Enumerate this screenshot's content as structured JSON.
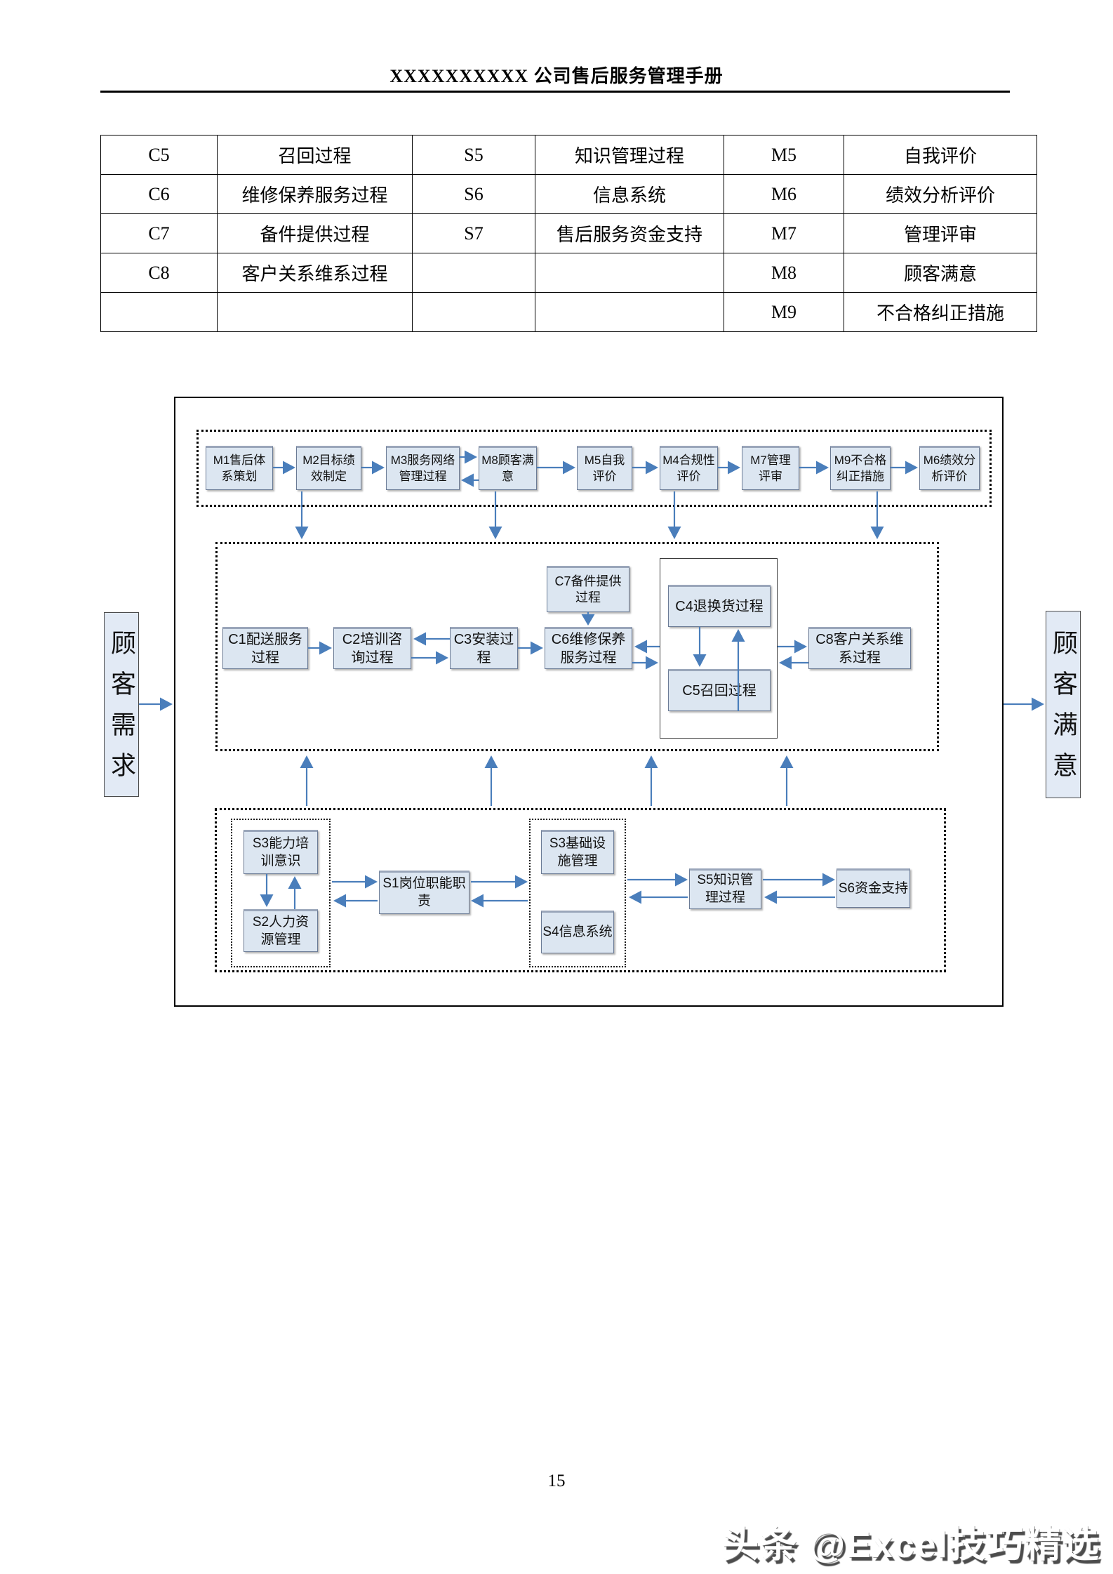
{
  "header": {
    "title": "XXXXXXXXXX 公司售后服务管理手册"
  },
  "process_table": {
    "rows": [
      [
        "C5",
        "召回过程",
        "S5",
        "知识管理过程",
        "M5",
        "自我评价"
      ],
      [
        "C6",
        "维修保养服务过程",
        "S6",
        "信息系统",
        "M6",
        "绩效分析评价"
      ],
      [
        "C7",
        "备件提供过程",
        "S7",
        "售后服务资金支持",
        "M7",
        "管理评审"
      ],
      [
        "C8",
        "客户关系维系过程",
        "",
        "",
        "M8",
        "顾客满意"
      ],
      [
        "",
        "",
        "",
        "",
        "M9",
        "不合格纠正措施"
      ]
    ]
  },
  "flowchart": {
    "input_label": "顾客需求",
    "output_label": "顾客满意",
    "management_processes": {
      "m1": "M1售后体系策划",
      "m2": "M2目标绩效制定",
      "m3": "M3服务网络管理过程",
      "m8": "M8顾客满意",
      "m5": "M5自我评价",
      "m4": "M4合规性评价",
      "m7": "M7管理评审",
      "m9": "M9不合格纠正措施",
      "m6": "M6绩效分析评价"
    },
    "core_processes": {
      "c1": "C1配送服务过程",
      "c2": "C2培训咨询过程",
      "c3": "C3安装过程",
      "c7": "C7备件提供过程",
      "c6": "C6维修保养服务过程",
      "c4": "C4退换货过程",
      "c5": "C5召回过程",
      "c8": "C8客户关系维系过程"
    },
    "support_processes": {
      "s3_ability": "S3能力培训意识",
      "s2": "S2人力资源管理",
      "s1": "S1岗位职能职责",
      "s3_infra": "S3基础设施管理",
      "s4": "S4信息系统",
      "s5": "S5知识管理过程",
      "s6": "S6资金支持"
    }
  },
  "footer": {
    "page_number": "15",
    "watermark": "头条 @Excel技巧精选"
  },
  "colors": {
    "box_fill": "#dce6f1",
    "arrow_blue": "#4a7ebb",
    "frame_black": "#000000"
  }
}
